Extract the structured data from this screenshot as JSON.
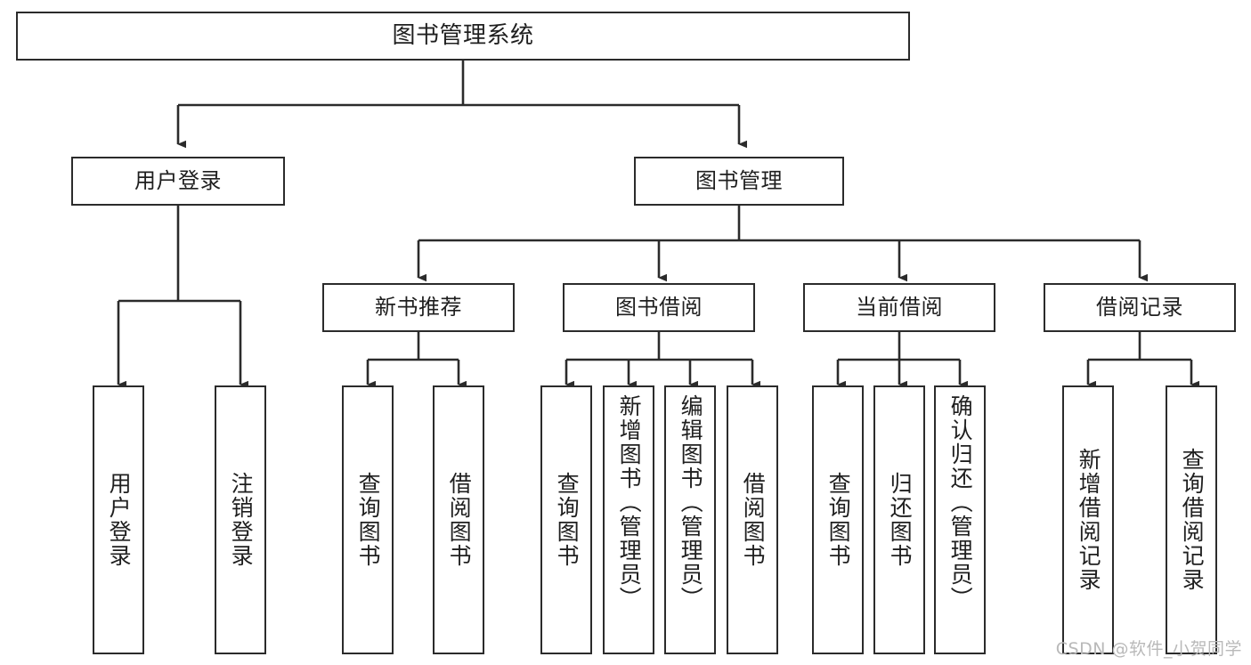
{
  "diagram": {
    "title": "图书管理系统",
    "type": "hierarchy-tree",
    "root": {
      "id": "root",
      "label": "图书管理系统"
    },
    "level1": [
      {
        "id": "user-login",
        "label": "用户登录"
      },
      {
        "id": "book-manage",
        "label": "图书管理"
      }
    ],
    "level2": [
      {
        "id": "new-book-rec",
        "label": "新书推荐"
      },
      {
        "id": "book-borrow",
        "label": "图书借阅"
      },
      {
        "id": "current-borrow",
        "label": "当前借阅"
      },
      {
        "id": "borrow-record",
        "label": "借阅记录"
      }
    ],
    "leaves": {
      "user_login": [
        {
          "id": "leaf-user-login",
          "label": "用户登录"
        },
        {
          "id": "leaf-logout-login",
          "label": "注销登录"
        }
      ],
      "new_book_rec": [
        {
          "id": "leaf-query-book-1",
          "label": "查询图书"
        },
        {
          "id": "leaf-borrow-book-1",
          "label": "借阅图书"
        }
      ],
      "book_borrow": [
        {
          "id": "leaf-query-book-2",
          "label": "查询图书"
        },
        {
          "id": "leaf-add-book",
          "label": "新增图书（管理员）"
        },
        {
          "id": "leaf-edit-book",
          "label": "编辑图书（管理员）"
        },
        {
          "id": "leaf-borrow-book-2",
          "label": "借阅图书"
        }
      ],
      "current_borrow": [
        {
          "id": "leaf-query-book-3",
          "label": "查询图书"
        },
        {
          "id": "leaf-return-book",
          "label": "归还图书"
        },
        {
          "id": "leaf-confirm-return",
          "label": "确认归还（管理员）"
        }
      ],
      "borrow_record": [
        {
          "id": "leaf-add-record",
          "label": "新增借阅记录"
        },
        {
          "id": "leaf-query-record",
          "label": "查询借阅记录"
        }
      ]
    }
  },
  "watermark": {
    "text": "CSDN @软件_小贺同学"
  },
  "colors": {
    "stroke": "#2b2b2b",
    "fill": "#ffffff",
    "text": "#1f1f1f",
    "watermark": "#b9b9b9"
  }
}
